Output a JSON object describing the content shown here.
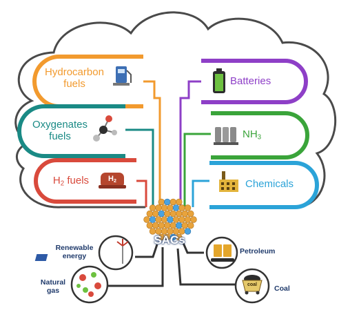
{
  "center": {
    "label": "SACs"
  },
  "applications": {
    "hydrocarbon": {
      "line1": "Hydrocarbon",
      "line2": "fuels",
      "color": "#f29a2e"
    },
    "oxygenates": {
      "line1": "Oxygenates",
      "line2": "fuels",
      "color": "#1a8a85"
    },
    "h2": {
      "text": "H",
      "sub": "2",
      "suffix": " fuels",
      "icon_text": "H",
      "icon_sub": "2",
      "color": "#d94a3c"
    },
    "batteries": {
      "text": "Batteries",
      "color": "#8e3fc7"
    },
    "nh3": {
      "text": "NH",
      "sub": "3",
      "color": "#3aa43a"
    },
    "chemicals": {
      "text": "Chemicals",
      "color": "#2ba3d8"
    }
  },
  "sources": {
    "renewable": {
      "line1": "Renewable",
      "line2": "energy"
    },
    "natural_gas": {
      "line1": "Natural",
      "line2": "gas"
    },
    "petroleum": {
      "text": "Petroleum"
    },
    "coal": {
      "text": "Coal",
      "icon_text": "coal"
    }
  },
  "icons": [
    "fuel-pump-icon",
    "molecule-icon",
    "hydrogen-tank-icon",
    "battery-icon",
    "ammonia-tanks-icon",
    "chemical-factory-icon",
    "solar-wind-icon",
    "gas-molecules-icon",
    "oil-barrels-icon",
    "coal-cart-icon"
  ]
}
